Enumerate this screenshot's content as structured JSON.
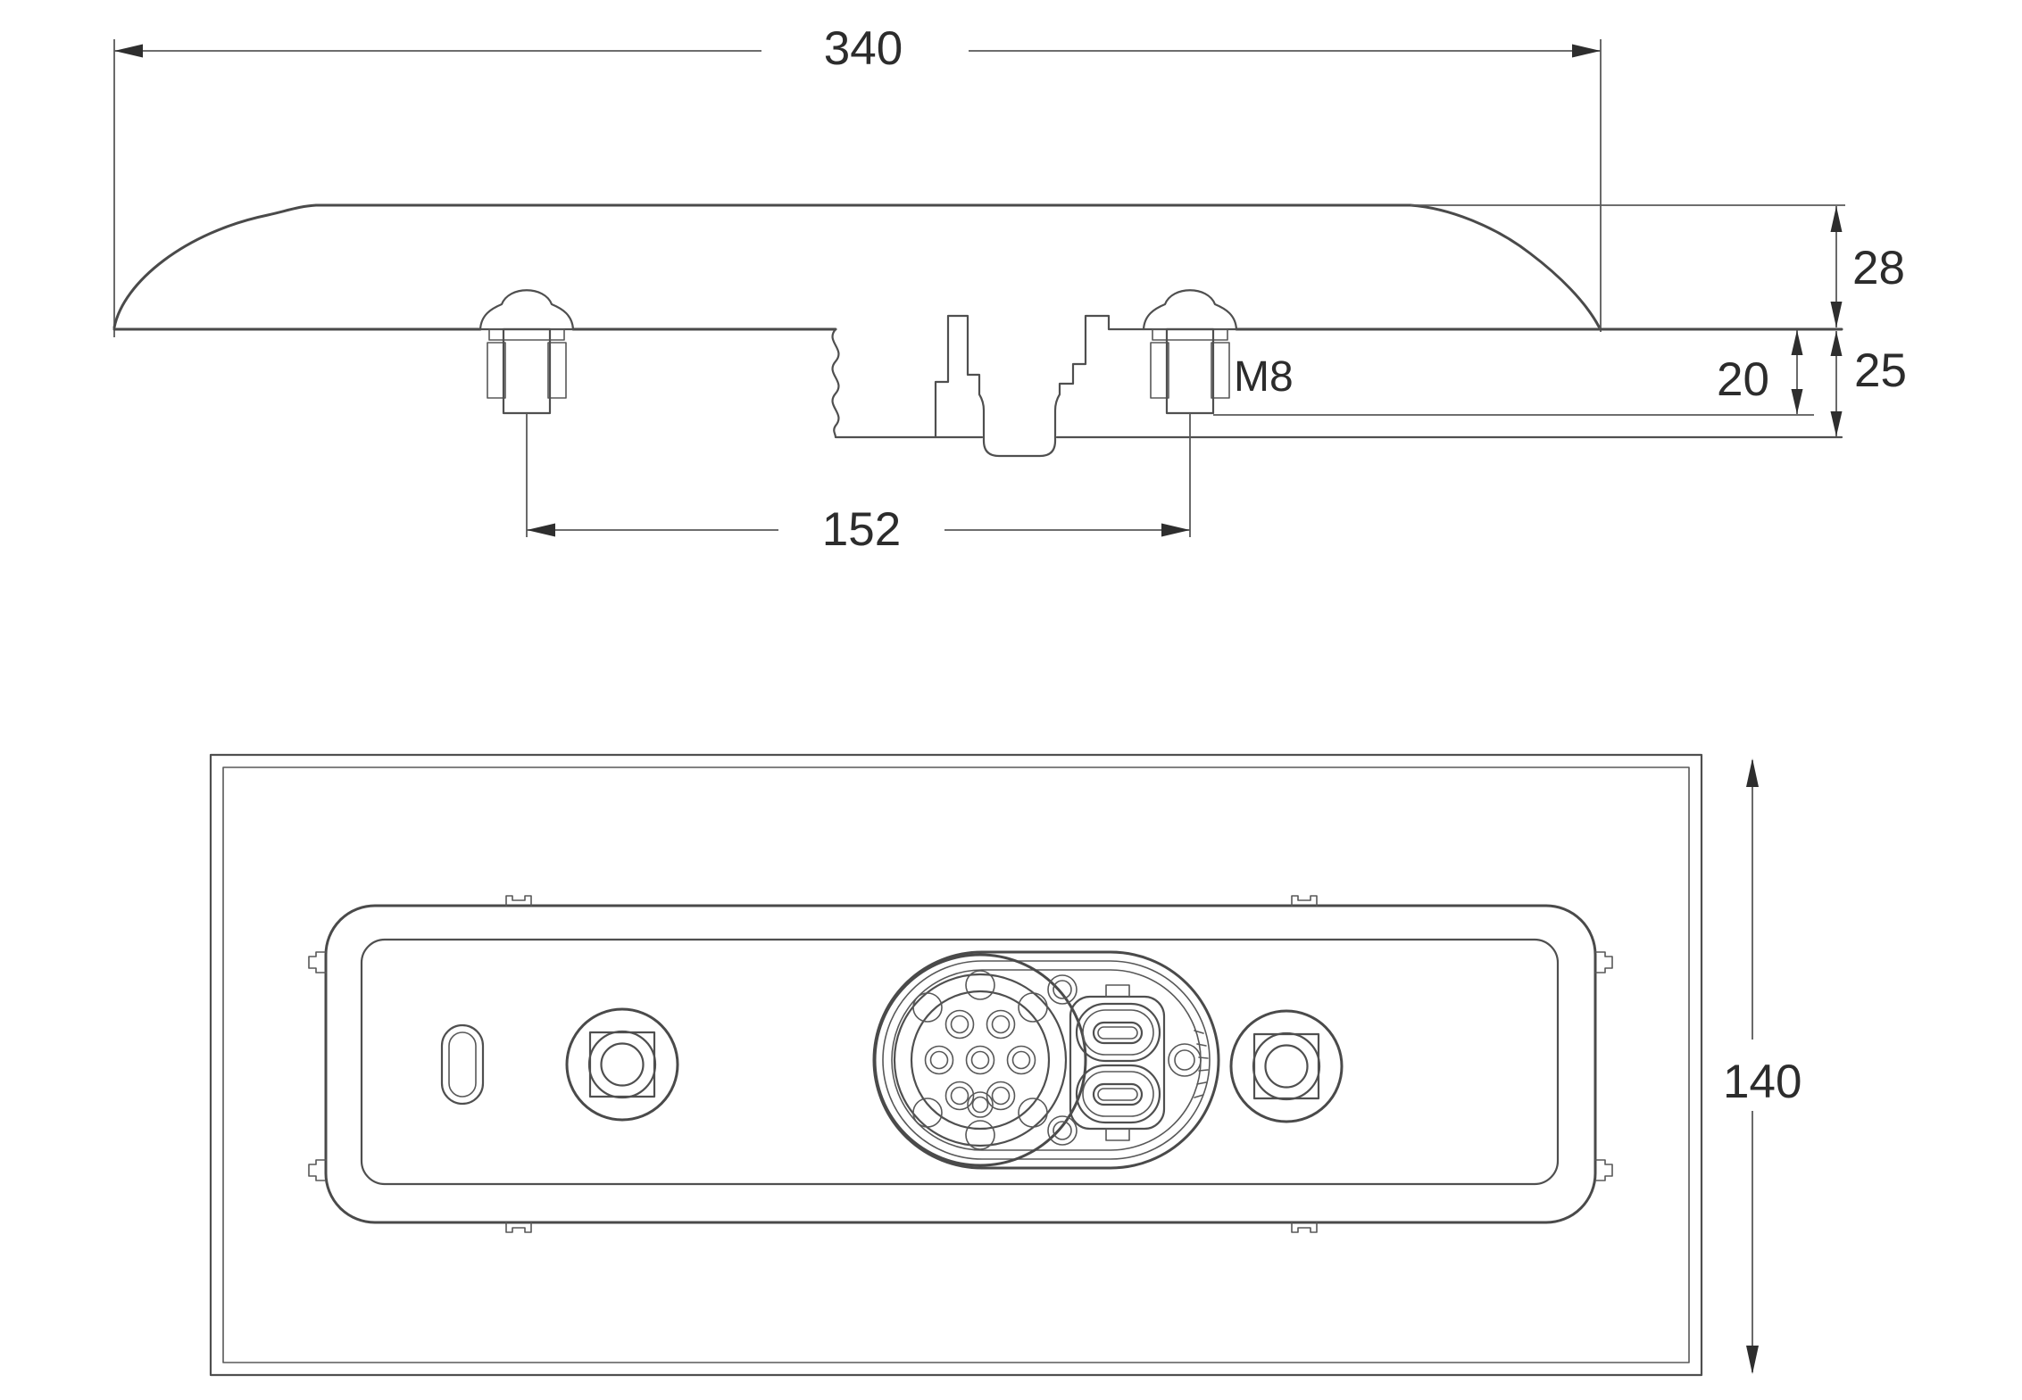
{
  "side_view": {
    "overall_length": "340",
    "lens_height": "28",
    "bracket_depth": "25",
    "stud_protrusion": "20",
    "stud_thread_label": "M8",
    "stud_spacing": "152"
  },
  "rear_view": {
    "overall_height": "140"
  }
}
